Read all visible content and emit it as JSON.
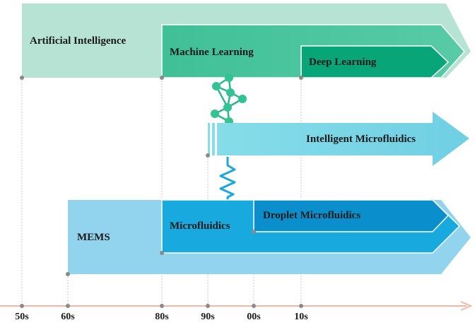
{
  "labels": {
    "ai": "Artificial Intelligence",
    "ml": "Machine Learning",
    "dl": "Deep Learning",
    "im": "Intelligent Microfluidics",
    "mems": "MEMS",
    "mf": "Microfluidics",
    "dmf": "Droplet Microfluidics"
  },
  "timeline": [
    "50s",
    "60s",
    "80s",
    "90s",
    "00s",
    "10s"
  ],
  "colors": {
    "ai": "#b6e3d3",
    "ml": "#48c39c",
    "dl": "#07a578",
    "im": "#7ad8e6",
    "mems": "#92d3ee",
    "mf": "#18a9df",
    "dmf": "#0a8fcc",
    "axis": "#f4b7a7",
    "dot": "#8a8a8a"
  }
}
